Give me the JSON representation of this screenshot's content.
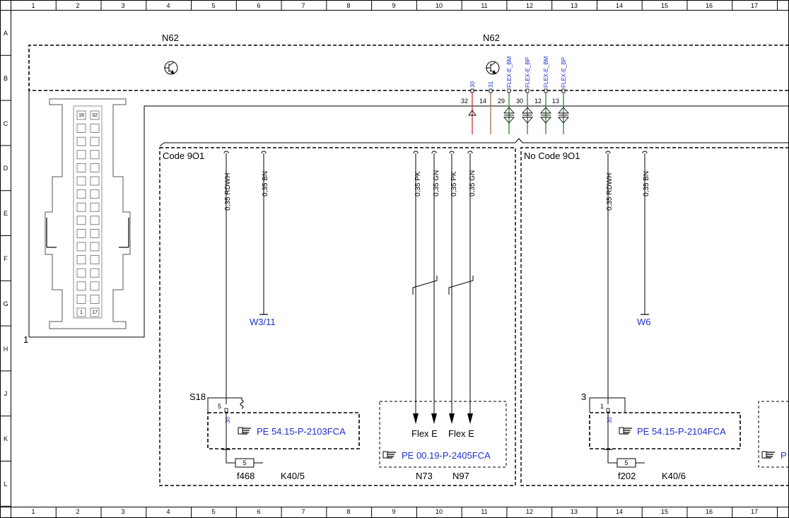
{
  "grid": {
    "columns": [
      "1",
      "2",
      "3",
      "4",
      "5",
      "6",
      "7",
      "8",
      "9",
      "10",
      "11",
      "12",
      "13",
      "14",
      "15",
      "16",
      "17"
    ],
    "rows": [
      "A",
      "B",
      "C",
      "D",
      "E",
      "F",
      "G",
      "H",
      "J",
      "K",
      "L"
    ]
  },
  "control_units": [
    {
      "label": "N62"
    },
    {
      "label": "N62"
    }
  ],
  "connector": {
    "callout": "1",
    "pin_labels": [
      {
        "text": "16"
      },
      {
        "text": "32"
      },
      {
        "text": "1"
      },
      {
        "text": "17"
      }
    ]
  },
  "ecu_pins": [
    {
      "number": "32",
      "signal": "30",
      "color": "#c8323c"
    },
    {
      "number": "14",
      "signal": "31",
      "color": "#a46a3c"
    },
    {
      "number": "29",
      "signal": "FLEX-E_BM",
      "color": "#2a8a2a"
    },
    {
      "number": "30",
      "signal": "FLEX-E_BP",
      "color": "#2a8a2a"
    },
    {
      "number": "12",
      "signal": "FLEX-E_BM",
      "color": "#2a8a2a"
    },
    {
      "number": "13",
      "signal": "FLEX-E_BP",
      "color": "#2a8a2a"
    }
  ],
  "variants": [
    {
      "title": "Code 9O1",
      "wires": [
        {
          "label": "0,35 RDWH"
        },
        {
          "label": "0,35 BN"
        },
        {
          "label": "0,35 PK"
        },
        {
          "label": "0,35 GN"
        },
        {
          "label": "0,35 PK"
        },
        {
          "label": "0,35 GN"
        }
      ],
      "ground_point": "W3/11",
      "splice": {
        "name": "S18",
        "pin": "5",
        "signal": "30"
      },
      "reference": "PE 54.15-P-2103FCA",
      "flex_ref": "PE 00.19-P-2405FCA",
      "flex_labels": [
        "Flex E",
        "Flex E"
      ],
      "fuse": {
        "name": "f468",
        "value": "5"
      },
      "relay": "K40/5",
      "sensors": [
        "N73",
        "N97"
      ]
    },
    {
      "title": "No Code 9O1",
      "wires": [
        {
          "label": "0,35 RDWH"
        },
        {
          "label": "0,35 BN"
        }
      ],
      "ground_point": "W6",
      "splice": {
        "name": "3",
        "pin": "1",
        "signal": "30"
      },
      "reference": "PE 54.15-P-2104FCA",
      "fuse": {
        "name": "f202",
        "value": "5"
      },
      "relay": "K40/6",
      "clipped_ref": "P"
    }
  ]
}
